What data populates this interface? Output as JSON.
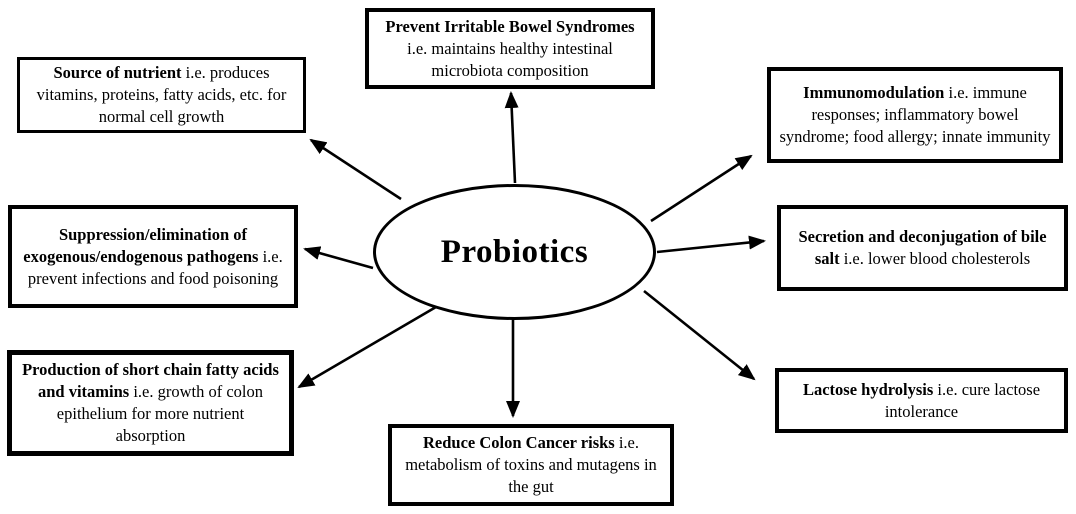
{
  "colors": {
    "ink": "#000000",
    "background": "#ffffff"
  },
  "diagram": {
    "center_label": "Probiotics",
    "nodes": [
      {
        "id": "prevent-irritable-bowel-syndromes",
        "title": "Prevent Irritable Bowel Syndromes",
        "body": " i.e. maintains healthy intestinal microbiota composition"
      },
      {
        "id": "immunomodulation",
        "title": "Immunomodulation",
        "body": " i.e. immune responses; inflammatory bowel syndrome; food allergy; innate immunity"
      },
      {
        "id": "secretion-and-deconjugation-of-bile-salt",
        "title": "Secretion and deconjugation of bile salt",
        "body": " i.e. lower blood cholesterols"
      },
      {
        "id": "lactose-hydrolysis",
        "title": "Lactose hydrolysis",
        "body": " i.e. cure lactose intolerance"
      },
      {
        "id": "reduce-colon-cancer-risks",
        "title": "Reduce Colon Cancer risks",
        "body": " i.e. metabolism of toxins and mutagens in the gut"
      },
      {
        "id": "production-of-short-chain-fatty-acids-and-vitamins",
        "title": "Production of short chain fatty acids and vitamins",
        "body": " i.e. growth of colon epithelium for more nutrient absorption"
      },
      {
        "id": "suppression-elimination-of-pathogens",
        "title": "Suppression/elimination of exogenous/endogenous pathogens",
        "body": " i.e. prevent infections and food poisoning"
      },
      {
        "id": "source-of-nutrient",
        "title": "Source of nutrient",
        "body": " i.e. produces vitamins, proteins, fatty acids, etc. for normal cell growth"
      }
    ]
  }
}
